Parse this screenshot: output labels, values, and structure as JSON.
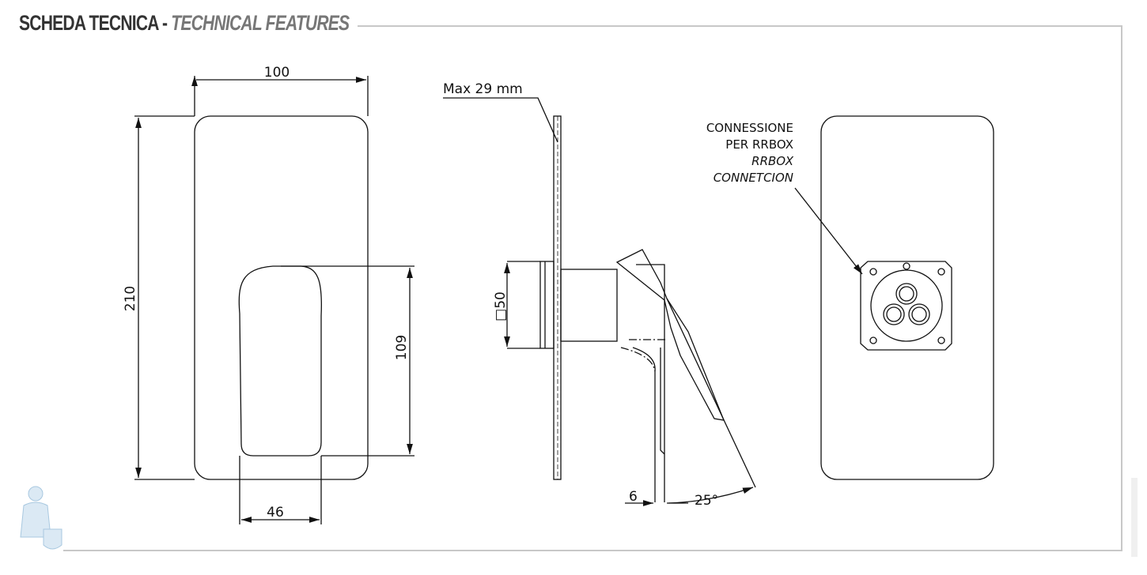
{
  "header": {
    "title_main": "SCHEDA TECNICA -",
    "title_sub": "TECHNICAL FEATURES"
  },
  "front_view": {
    "width_dim": "100",
    "height_dim": "210",
    "handle_height_dim": "109",
    "handle_width_dim": "46"
  },
  "side_view": {
    "max_depth_label": "Max 29 mm",
    "square_dim": "□50",
    "lever_offset_dim": "6",
    "lever_angle_dim": "25°"
  },
  "rear_view": {
    "connection_label_it_1": "CONNESSIONE",
    "connection_label_it_2": "PER RRBOX",
    "connection_label_en_1": "RRBOX",
    "connection_label_en_2": "CONNETCION"
  },
  "colors": {
    "frame": "#c8c8c8",
    "line": "#111111",
    "logo": "#a8c8e0"
  }
}
